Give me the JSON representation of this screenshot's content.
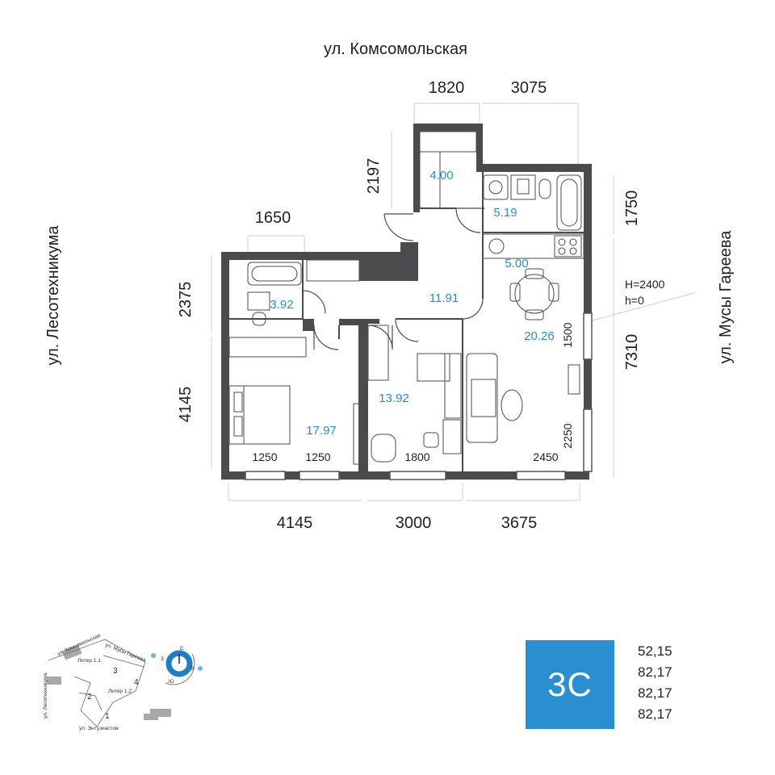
{
  "streets": {
    "top": "ул. Комсомольская",
    "left": "ул. Лесотехникума",
    "right": "ул. Мусы Гареева"
  },
  "dimensions": {
    "top_1": "1820",
    "top_2": "3075",
    "left_top": "1650",
    "vertical_2197": "2197",
    "right_1750": "1750",
    "left_2375": "2375",
    "left_4145": "4145",
    "right_7310": "7310",
    "bottom_1": "4145",
    "bottom_2": "3000",
    "bottom_3": "3675",
    "inner_1250a": "1250",
    "inner_1250b": "1250",
    "inner_1800": "1800",
    "inner_2450": "2450",
    "inner_1500": "1500",
    "inner_2250": "2250"
  },
  "rooms": [
    {
      "id": "wardrobe",
      "area": "4.00"
    },
    {
      "id": "bathroom-1",
      "area": "5.19"
    },
    {
      "id": "kitchen",
      "area": "5.00"
    },
    {
      "id": "bathroom-2",
      "area": "3.92"
    },
    {
      "id": "hall",
      "area": "11.91"
    },
    {
      "id": "living",
      "area": "20.26"
    },
    {
      "id": "bedroom",
      "area": "17.97"
    },
    {
      "id": "room",
      "area": "13.92"
    }
  ],
  "ceiling": {
    "h_big": "H=2400",
    "h_small": "h=0"
  },
  "site_plan": {
    "street_komsomolskaya": "ул. Комсомольская",
    "street_musy": "ул. Мусы Гареева",
    "street_lesotekhnikuma": "ул. Лесотехникума",
    "street_entuziastov": "ул. Энтузиастов",
    "liter_1_1": "Литер 1.1",
    "liter_1_2": "Литер 1.2",
    "sections": [
      "1",
      "2",
      "3",
      "4"
    ],
    "compass": {
      "n": "С",
      "s": "Ю",
      "w": "З",
      "e": "В"
    }
  },
  "apartment_type": "3С",
  "totals": [
    "52,15",
    "82,17",
    "82,17",
    "82,17"
  ],
  "colors": {
    "wall": "#4b4b4e",
    "accent": "#2a8fd0",
    "area_text": "#2a8fc9"
  }
}
